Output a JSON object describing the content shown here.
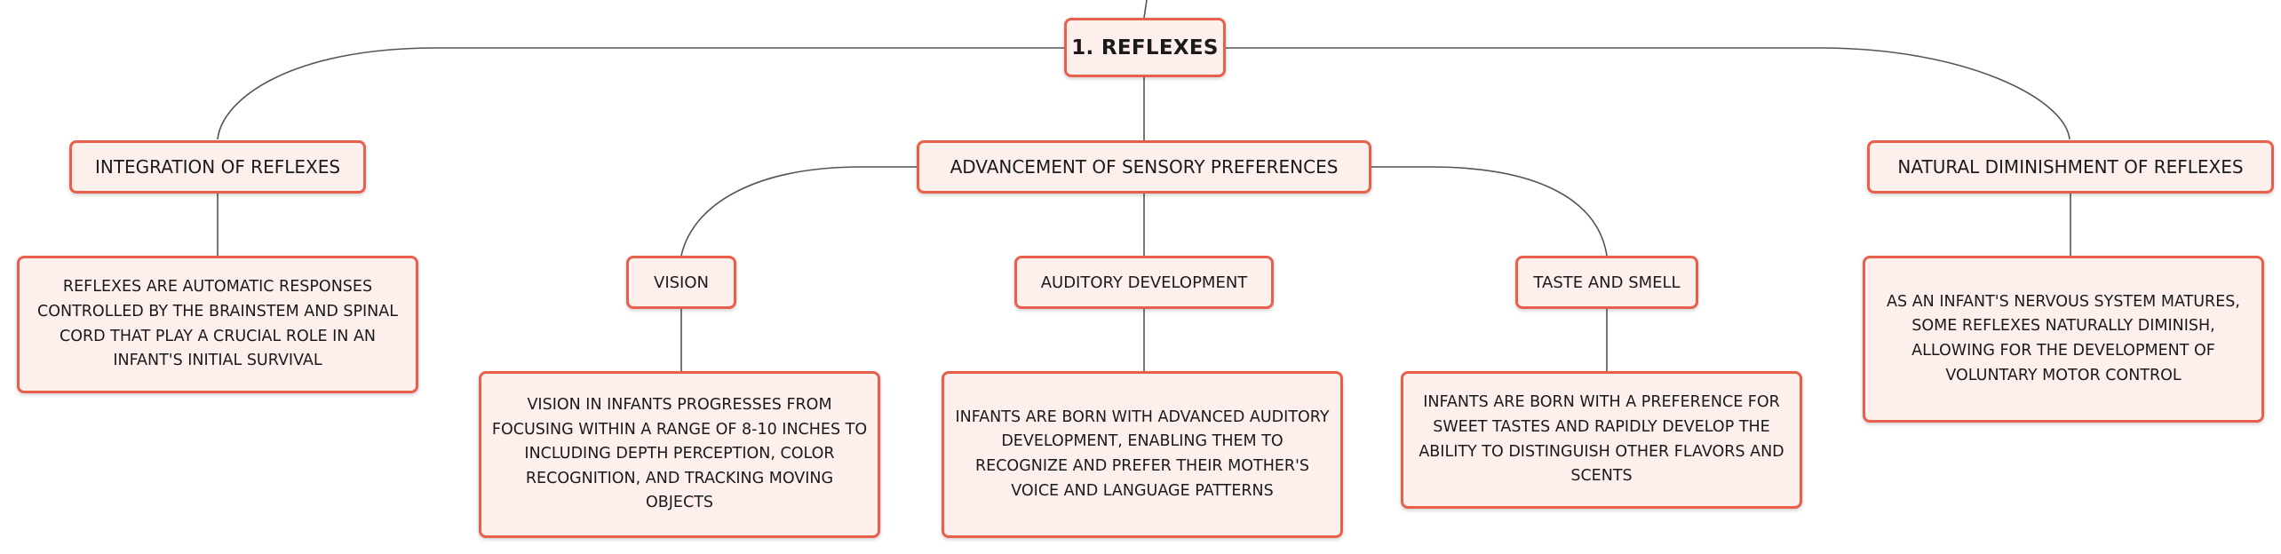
{
  "mindmap": {
    "root": {
      "label": "1. REFLEXES"
    },
    "integration": {
      "label": "INTEGRATION OF REFLEXES",
      "description": "REFLEXES ARE AUTOMATIC RESPONSES CONTROLLED BY THE BRAINSTEM AND SPINAL CORD THAT PLAY A CRUCIAL ROLE IN AN INFANT'S INITIAL SURVIVAL"
    },
    "sensory": {
      "label": "ADVANCEMENT OF SENSORY PREFERENCES",
      "vision": {
        "label": "VISION",
        "description": "VISION IN INFANTS PROGRESSES FROM FOCUSING WITHIN A RANGE OF 8-10 INCHES TO INCLUDING DEPTH PERCEPTION, COLOR RECOGNITION, AND TRACKING MOVING OBJECTS"
      },
      "auditory": {
        "label": "AUDITORY DEVELOPMENT",
        "description": "INFANTS ARE BORN WITH ADVANCED AUDITORY DEVELOPMENT, ENABLING THEM TO RECOGNIZE AND PREFER THEIR MOTHER'S VOICE AND LANGUAGE PATTERNS"
      },
      "taste": {
        "label": "TASTE AND SMELL",
        "description": "INFANTS ARE BORN WITH A PREFERENCE FOR SWEET TASTES AND RAPIDLY DEVELOP THE ABILITY TO DISTINGUISH OTHER FLAVORS AND SCENTS"
      }
    },
    "diminishment": {
      "label": "NATURAL DIMINISHMENT OF REFLEXES",
      "description": "AS AN INFANT'S NERVOUS SYSTEM MATURES, SOME REFLEXES NATURALLY DIMINISH, ALLOWING FOR THE DEVELOPMENT OF VOLUNTARY MOTOR CONTROL"
    }
  },
  "colors": {
    "node_border": "#e8604c",
    "node_fill": "#fdf0ec",
    "connector": "#555555"
  }
}
